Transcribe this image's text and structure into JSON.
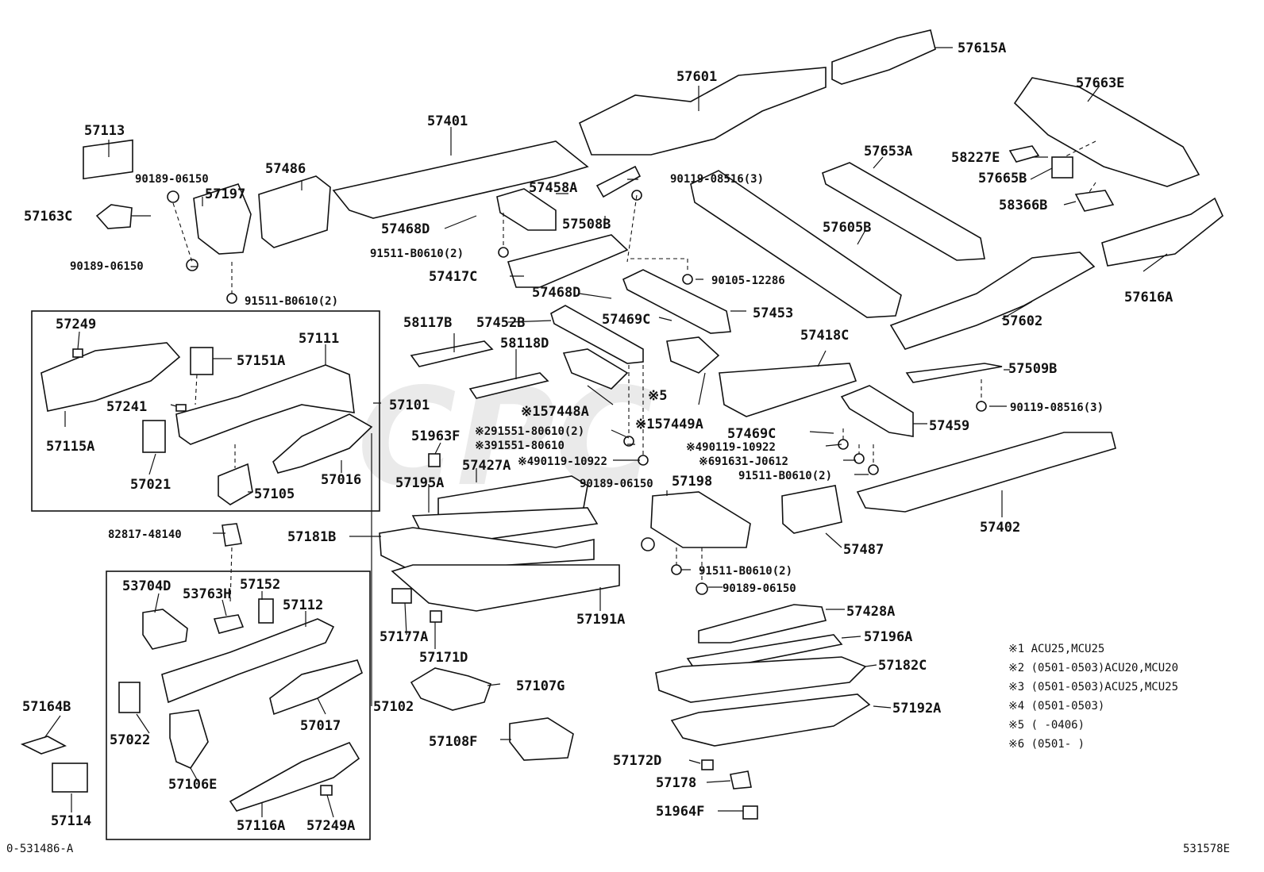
{
  "watermark": "CPC",
  "figure_code": "531578E",
  "ref_code": "0-531486-A",
  "notes": [
    "※1  ACU25,MCU25",
    "※2  (0501-0503)ACU20,MCU20",
    "※3  (0501-0503)ACU25,MCU25",
    "※4  (0501-0503)",
    "※5  (      -0406)",
    "※6  (0501-      )"
  ],
  "labels": [
    {
      "id": "57615A",
      "text": "57615A"
    },
    {
      "id": "57601",
      "text": "57601"
    },
    {
      "id": "57663E",
      "text": "57663E"
    },
    {
      "id": "57113",
      "text": "57113"
    },
    {
      "id": "57401",
      "text": "57401"
    },
    {
      "id": "90189-06150a",
      "text": "90189-06150"
    },
    {
      "id": "57197",
      "text": "57197"
    },
    {
      "id": "57486",
      "text": "57486"
    },
    {
      "id": "57163C",
      "text": "57163C"
    },
    {
      "id": "57458A",
      "text": "57458A"
    },
    {
      "id": "90119-08516a",
      "text": "90119-08516(3)"
    },
    {
      "id": "57653A",
      "text": "57653A"
    },
    {
      "id": "58227E",
      "text": "58227E"
    },
    {
      "id": "57665B",
      "text": "57665B"
    },
    {
      "id": "57468Da",
      "text": "57468D"
    },
    {
      "id": "57508B",
      "text": "57508B"
    },
    {
      "id": "58366B",
      "text": "58366B"
    },
    {
      "id": "90189-06150b",
      "text": "90189-06150"
    },
    {
      "id": "91511-B0610a",
      "text": "91511-B0610(2)"
    },
    {
      "id": "57605B",
      "text": "57605B"
    },
    {
      "id": "57616A",
      "text": "57616A"
    },
    {
      "id": "57417C",
      "text": "57417C"
    },
    {
      "id": "90105-12286",
      "text": "90105-12286"
    },
    {
      "id": "91511-B0610b",
      "text": "91511-B0610(2)"
    },
    {
      "id": "57468Db",
      "text": "57468D"
    },
    {
      "id": "57453",
      "text": "57453"
    },
    {
      "id": "57602",
      "text": "57602"
    },
    {
      "id": "57249",
      "text": "57249"
    },
    {
      "id": "58117B",
      "text": "58117B"
    },
    {
      "id": "57452B",
      "text": "57452B"
    },
    {
      "id": "57469Ca",
      "text": "57469C"
    },
    {
      "id": "57111",
      "text": "57111"
    },
    {
      "id": "58118D",
      "text": "58118D"
    },
    {
      "id": "57418C",
      "text": "57418C"
    },
    {
      "id": "57151A",
      "text": "57151A"
    },
    {
      "id": "57509B",
      "text": "57509B"
    },
    {
      "id": "note5",
      "text": "※5"
    },
    {
      "id": "57241",
      "text": "57241"
    },
    {
      "id": "57101",
      "text": "57101"
    },
    {
      "id": "157448A",
      "text": "※157448A"
    },
    {
      "id": "157449A",
      "text": "※157449A"
    },
    {
      "id": "90119-08516b",
      "text": "90119-08516(3)"
    },
    {
      "id": "57115A",
      "text": "57115A"
    },
    {
      "id": "57469Cb",
      "text": "57469C"
    },
    {
      "id": "57459",
      "text": "57459"
    },
    {
      "id": "291551",
      "text": "※291551-80610(2)"
    },
    {
      "id": "51963F",
      "text": "51963F"
    },
    {
      "id": "391551",
      "text": "※391551-80610"
    },
    {
      "id": "490119a",
      "text": "※490119-10922"
    },
    {
      "id": "490119b",
      "text": "※490119-10922"
    },
    {
      "id": "57427A",
      "text": "57427A"
    },
    {
      "id": "691631",
      "text": "※691631-J0612"
    },
    {
      "id": "57021",
      "text": "57021"
    },
    {
      "id": "57016",
      "text": "57016"
    },
    {
      "id": "91511-B0610c",
      "text": "91511-B0610(2)"
    },
    {
      "id": "57195A",
      "text": "57195A"
    },
    {
      "id": "90189-06150c",
      "text": "90189-06150"
    },
    {
      "id": "57198",
      "text": "57198"
    },
    {
      "id": "57105",
      "text": "57105"
    },
    {
      "id": "57402",
      "text": "57402"
    },
    {
      "id": "82817-48140",
      "text": "82817-48140"
    },
    {
      "id": "57181B",
      "text": "57181B"
    },
    {
      "id": "57487",
      "text": "57487"
    },
    {
      "id": "91511-B0610d",
      "text": "91511-B0610(2)"
    },
    {
      "id": "57152",
      "text": "57152"
    },
    {
      "id": "53704D",
      "text": "53704D"
    },
    {
      "id": "53763H",
      "text": "53763H"
    },
    {
      "id": "90189-06150d",
      "text": "90189-06150"
    },
    {
      "id": "57112",
      "text": "57112"
    },
    {
      "id": "57428A",
      "text": "57428A"
    },
    {
      "id": "57191A",
      "text": "57191A"
    },
    {
      "id": "57177A",
      "text": "57177A"
    },
    {
      "id": "57196A",
      "text": "57196A"
    },
    {
      "id": "57171D",
      "text": "57171D"
    },
    {
      "id": "57182C",
      "text": "57182C"
    },
    {
      "id": "57107G",
      "text": "57107G"
    },
    {
      "id": "57017",
      "text": "57017"
    },
    {
      "id": "57164B",
      "text": "57164B"
    },
    {
      "id": "57102",
      "text": "57102"
    },
    {
      "id": "57192A",
      "text": "57192A"
    },
    {
      "id": "57022",
      "text": "57022"
    },
    {
      "id": "57108F",
      "text": "57108F"
    },
    {
      "id": "57106E",
      "text": "57106E"
    },
    {
      "id": "57172D",
      "text": "57172D"
    },
    {
      "id": "57178",
      "text": "57178"
    },
    {
      "id": "57114",
      "text": "57114"
    },
    {
      "id": "57116A",
      "text": "57116A"
    },
    {
      "id": "57249A",
      "text": "57249A"
    },
    {
      "id": "51964F",
      "text": "51964F"
    }
  ]
}
